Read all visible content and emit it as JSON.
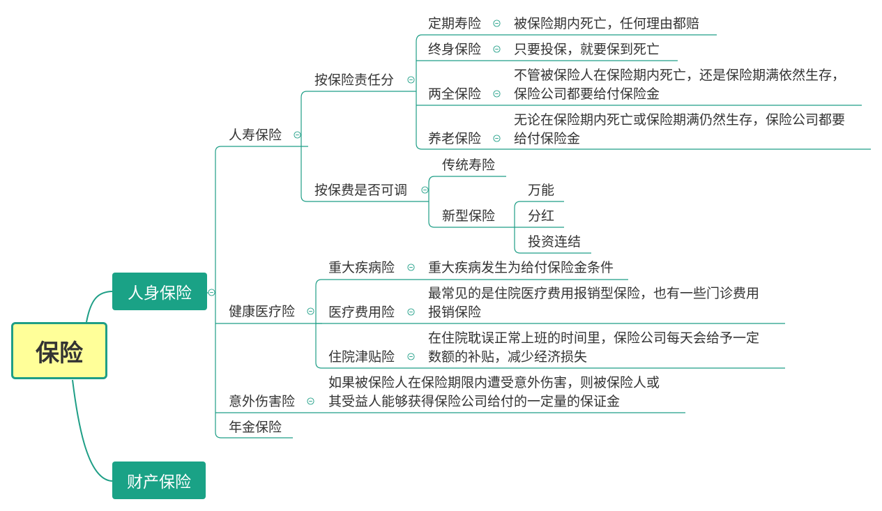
{
  "root": {
    "label": "保险"
  },
  "personal": {
    "label": "人身保险",
    "life": {
      "label": "人寿保险",
      "by_liability": {
        "label": "按保险责任分",
        "items": [
          {
            "label": "定期寿险",
            "desc": [
              "被保险期内死亡，任何理由都赔"
            ]
          },
          {
            "label": "终身保险",
            "desc": [
              "只要投保，就要保到死亡"
            ]
          },
          {
            "label": "两全保险",
            "desc": [
              "不管被保险人在保险期内死亡，还是保险期满依然生存，",
              "保险公司都要给付保险金"
            ]
          },
          {
            "label": "养老保险",
            "desc": [
              "无论在保险期内死亡或保险期满仍然生存，保险公司都要",
              "给付保险金"
            ]
          }
        ]
      },
      "by_premium": {
        "label": "按保费是否可调",
        "traditional": "传统寿险",
        "new_type": {
          "label": "新型保险",
          "items": [
            "万能",
            "分红",
            "投资连结"
          ]
        }
      }
    },
    "health": {
      "label": "健康医疗险",
      "items": [
        {
          "label": "重大疾病险",
          "desc": [
            "重大疾病发生为给付保险金条件"
          ]
        },
        {
          "label": "医疗费用险",
          "desc": [
            "最常见的是住院医疗费用报销型保险，也有一些门诊费用",
            "报销保险"
          ]
        },
        {
          "label": "住院津贴险",
          "desc": [
            "在住院耽误正常上班的时间里，保险公司每天会给予一定",
            "数额的补贴，减少经济损失"
          ]
        }
      ]
    },
    "accident": {
      "label": "意外伤害险",
      "desc": [
        "如果被保险人在保险期限内遭受意外伤害，则被保险人或",
        "其受益人能够获得保险公司给付的一定量的保证金"
      ]
    },
    "annuity": {
      "label": "年金保险"
    }
  },
  "property": {
    "label": "财产保险"
  },
  "colors": {
    "accent": "#1aa286",
    "line": "#1e9e86",
    "root_fill": "#ffff99",
    "text": "#333333"
  }
}
